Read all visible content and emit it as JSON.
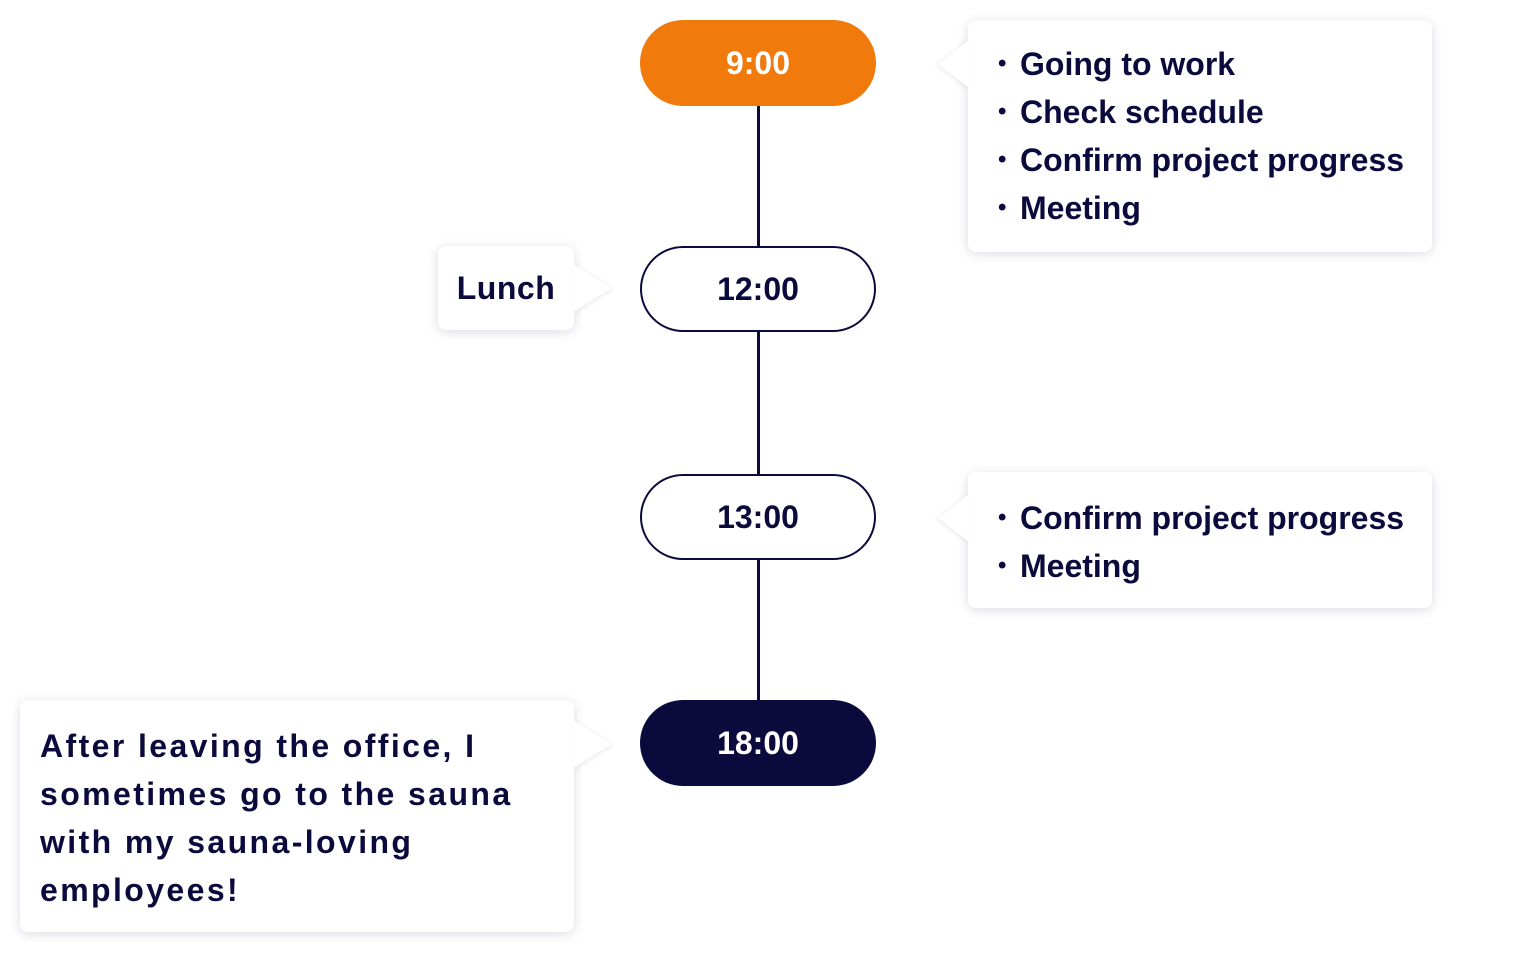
{
  "timeline": {
    "slots": [
      {
        "time": "9:00",
        "style": "orange"
      },
      {
        "time": "12:00",
        "style": "outline"
      },
      {
        "time": "13:00",
        "style": "outline"
      },
      {
        "time": "18:00",
        "style": "navy"
      }
    ]
  },
  "notes": {
    "morning": {
      "bullet": "•",
      "items": [
        "Going to work",
        "Check schedule",
        "Confirm project progress",
        "Meeting"
      ]
    },
    "lunch": {
      "text": "Lunch"
    },
    "afternoon": {
      "bullet": "•",
      "items": [
        "Confirm project progress",
        "Meeting"
      ]
    },
    "evening": {
      "text": "After leaving the office, I sometimes go to the sauna with my sauna-loving employees!"
    }
  },
  "colors": {
    "accent_orange": "#f07a0b",
    "navy": "#0b0a3c",
    "background": "#ffffff"
  }
}
